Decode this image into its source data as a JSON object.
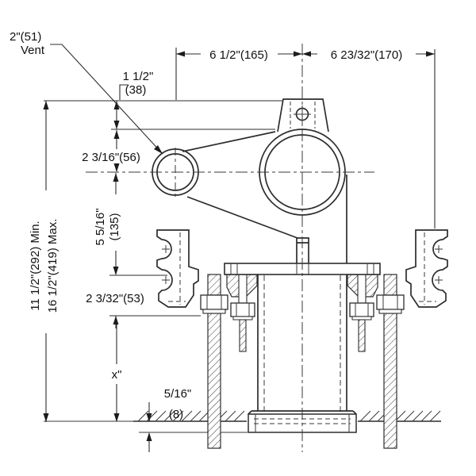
{
  "drawing": {
    "labels": {
      "vent_size": "2\"(51)",
      "vent_name": "Vent",
      "dim_38_line1": "1 1/2\"",
      "dim_38_line2": "(38)",
      "dim_165": "6 1/2\"(165)",
      "dim_170": "6 23/32\"(170)",
      "dim_56": "2 3/16\"(56)",
      "dim_135_line1": "5 5/16\"",
      "dim_135_line2": "(135)",
      "dim_min": "11 1/2\"(292) Min.",
      "dim_max": "16 1/2\"(419) Max.",
      "dim_53": "2 3/32\"(53)",
      "dim_x": "x\"",
      "dim_8_line1": "5/16\"",
      "dim_8_line2": "(8)"
    },
    "colors": {
      "line": "#2d2d2d",
      "text": "#111111",
      "background": "#ffffff"
    }
  }
}
